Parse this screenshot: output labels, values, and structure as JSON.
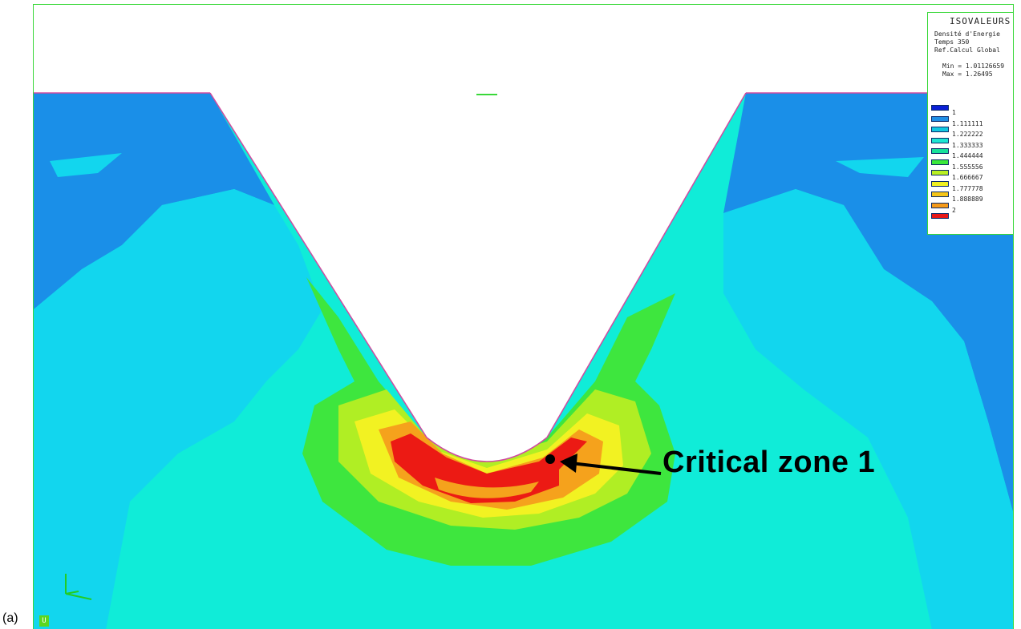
{
  "panel_label": "(a)",
  "corner_marker": "U",
  "annotation": {
    "label": "Critical zone 1"
  },
  "legend": {
    "title": "ISOVALEURS",
    "lines": [
      "Densité d'Energie",
      "Temps 350",
      "Ref.Calcul Global"
    ],
    "min_line": "Min = 1.01126659",
    "max_line": "Max = 1.26495",
    "levels": [
      {
        "label": "1",
        "color": "#0a1fd6"
      },
      {
        "label": "1.111111",
        "color": "#1f8fe6"
      },
      {
        "label": "1.222222",
        "color": "#12c8e0"
      },
      {
        "label": "1.333333",
        "color": "#1ee6d2"
      },
      {
        "label": "1.444444",
        "color": "#18e29a"
      },
      {
        "label": "1.555556",
        "color": "#3ae83a"
      },
      {
        "label": "1.666667",
        "color": "#b8ef22"
      },
      {
        "label": "1.777778",
        "color": "#f0f020"
      },
      {
        "label": "1.888889",
        "color": "#f5c518"
      },
      {
        "label": "2",
        "color": "#f59a1a"
      },
      {
        "label": "",
        "color": "#e81818"
      }
    ]
  },
  "colors": {
    "deep_blue": "#1a8fe8",
    "cyan": "#12d6ee",
    "aqua": "#10ecd8",
    "green": "#3ee63e",
    "lime": "#b0ee24",
    "yellow": "#f2f222",
    "orange": "#f5a21c",
    "red": "#ec1a14",
    "mesh_edge": "#d04aa0"
  }
}
